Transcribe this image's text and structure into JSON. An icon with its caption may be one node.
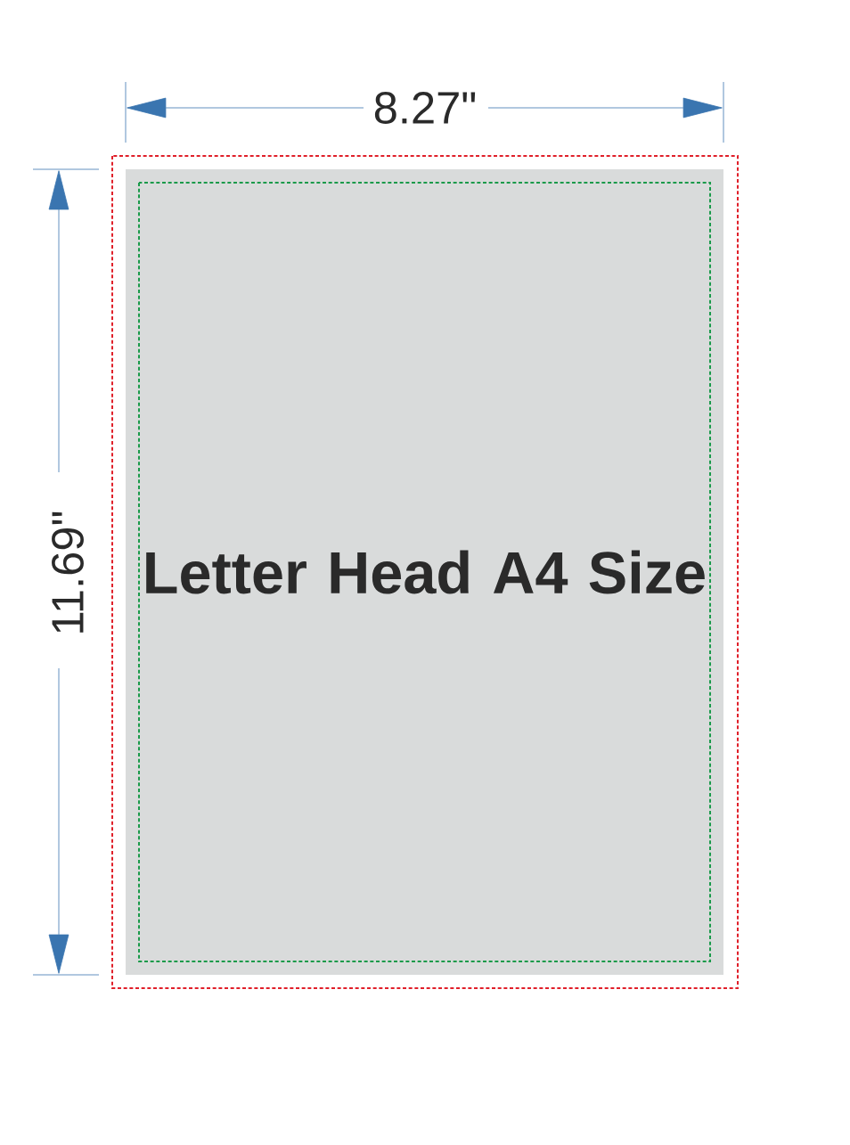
{
  "diagram": {
    "nodes": [
      {
        "text": [
          "Letter Head A4 Size"
        ]
      }
    ],
    "labels": [
      "8.27\"",
      "11.69\""
    ]
  }
}
